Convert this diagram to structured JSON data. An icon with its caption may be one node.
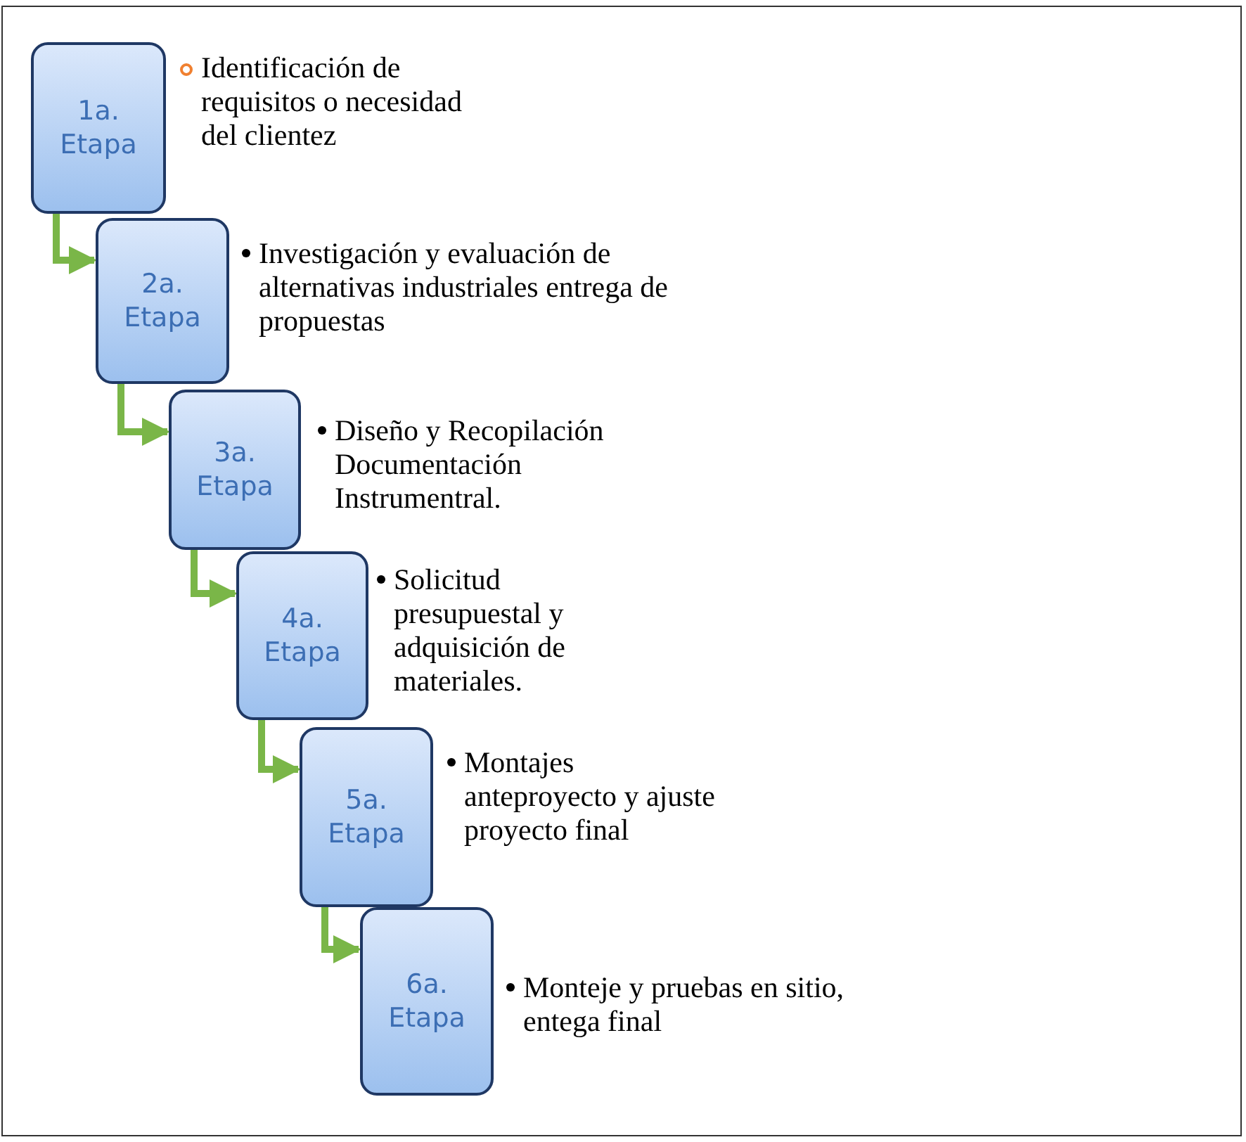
{
  "diagram": {
    "nodes": [
      {
        "text": [
          "1a. Etapa"
        ],
        "beside": [
          "Identificación de requisitos o necesidad del clientez"
        ]
      },
      {
        "text": [
          "2a. Etapa"
        ],
        "beside": [
          "Investigación y evaluación de alternativas industriales entrega de propuestas"
        ]
      },
      {
        "text": [
          "3a. Etapa"
        ],
        "beside": [
          "Diseño y Recopilación Documentación Instrumentral."
        ]
      },
      {
        "text": [
          "4a. Etapa"
        ],
        "beside": [
          "Solicitud presupuestal y adquisición de materiales."
        ]
      },
      {
        "text": [
          "5a. Etapa"
        ],
        "beside": [
          "Montajes anteproyecto y ajuste proyecto final"
        ]
      },
      {
        "text": [
          "6a. Etapa"
        ],
        "beside": [
          "Monteje y pruebas en sitio, entega final"
        ]
      }
    ],
    "edges": [
      {
        "from": 0,
        "to": 1,
        "arrow": "to"
      },
      {
        "from": 1,
        "to": 2,
        "arrow": "to"
      },
      {
        "from": 2,
        "to": 3,
        "arrow": "to"
      },
      {
        "from": 3,
        "to": 4,
        "arrow": "to"
      },
      {
        "from": 4,
        "to": 5,
        "arrow": "to"
      }
    ]
  }
}
